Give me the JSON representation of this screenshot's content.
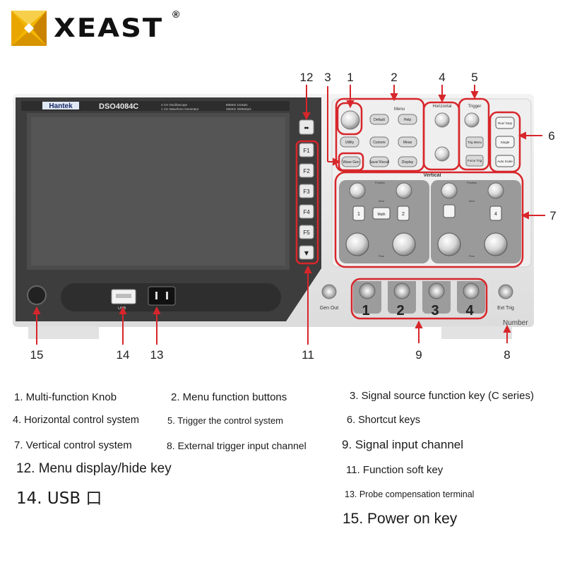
{
  "logo": {
    "brand": "XEAST",
    "registered": "®"
  },
  "device": {
    "brand_badge": "Hantek",
    "model": "DSO4084C",
    "model_desc_line1": "4 CH Oscilloscope",
    "model_desc_line2": "1 CH Waveform Generator",
    "spec_line1": "80MHz 1GSa/s",
    "spec_line2": "25MHz 200MSa/s",
    "menu_label": "Menu",
    "help_btn": "Help",
    "default_btn": "Default",
    "utility_btn": "Utility",
    "cursors_btn": "Cursors",
    "meas_btn": "Meas",
    "wave_gen_btn": "Wave Gen",
    "save_recall_btn": "Save/ Recall",
    "display_btn": "Display",
    "horizontal_label": "Horizontal",
    "trigger_label": "Trigger",
    "trig_menu_btn": "Trig Menu",
    "force_trig_btn": "Force Trig",
    "run_stop_btn": "Run/ Stop",
    "single_btn": "Single",
    "auto_scale_btn": "Auto Scale",
    "vertical_label": "Vertical",
    "position_label": "Position",
    "zero_label": "Zero",
    "fine_label": "Fine",
    "math_btn": "Math",
    "ch_buttons": [
      "1",
      "2",
      "",
      "4"
    ],
    "soft_keys": [
      "F1",
      "F2",
      "F3",
      "F4",
      "F5",
      "▼"
    ],
    "top_key": "⬌",
    "usb_label": "USB",
    "gen_out_label": "Gen Out",
    "ext_trig_label": "Ext Trig",
    "channel_numbers": [
      "1",
      "2",
      "3",
      "4"
    ],
    "number_note": "Number"
  },
  "callouts": [
    "12",
    "3",
    "1",
    "2",
    "4",
    "5",
    "6",
    "7",
    "15",
    "14",
    "13",
    "11",
    "9",
    "8"
  ],
  "captions": {
    "c1": "1. Multi-function Knob",
    "c2": "2. Menu function buttons",
    "c3": "3. Signal source function key (C series)",
    "c4": "4. Horizontal control system",
    "c5": "5. Trigger the control system",
    "c6": "6. Shortcut keys",
    "c7": "7. Vertical control system",
    "c8": "8. External trigger input channel",
    "c9": "9. Signal input channel",
    "c12": "12. Menu display/hide key",
    "c11": "11. Function soft key",
    "c14": "14. USB 口",
    "c13": "13. Probe compensation terminal",
    "c15": "15. Power on key"
  },
  "colors": {
    "callout_red": "#d7262b",
    "body_gray": "#e9e9e9",
    "bezel": "#3a3a3a",
    "logo_gold": "#e8a800"
  }
}
